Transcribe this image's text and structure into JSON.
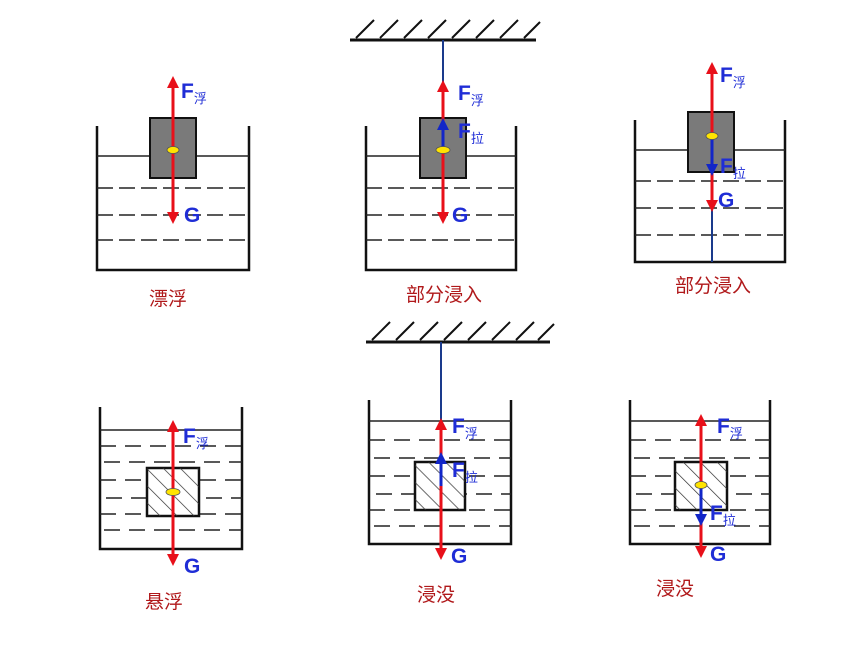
{
  "colors": {
    "buoyancy_arrow": "#e8101a",
    "tension_arrow": "#1226c8",
    "string": "#1a3a8c",
    "label_text": "#1f2dd6",
    "caption_text": "#b0181a",
    "container_wall": "#111111",
    "block_fill": "#7a7a7a",
    "center_dot": "#ffe400"
  },
  "labels": {
    "buoyancy_main": "F",
    "buoyancy_sub": "浮",
    "tension_main": "F",
    "tension_sub": "拉",
    "gravity": "G"
  },
  "panels": [
    {
      "caption": "漂浮",
      "state": "floating",
      "string": false,
      "tension": "none",
      "block_style": "solid"
    },
    {
      "caption": "部分浸入",
      "state": "partially-immersed-hanging",
      "string": true,
      "tension": "up",
      "block_style": "solid"
    },
    {
      "caption": "部分浸入",
      "state": "partially-immersed-tethered",
      "string": true,
      "tension": "down",
      "block_style": "solid"
    },
    {
      "caption": "悬浮",
      "state": "suspended",
      "string": false,
      "tension": "none",
      "block_style": "hatched"
    },
    {
      "caption": "浸没",
      "state": "submerged-hanging",
      "string": true,
      "tension": "up",
      "block_style": "hatched"
    },
    {
      "caption": "浸没",
      "state": "submerged-tethered",
      "string": true,
      "tension": "down",
      "block_style": "hatched"
    }
  ]
}
